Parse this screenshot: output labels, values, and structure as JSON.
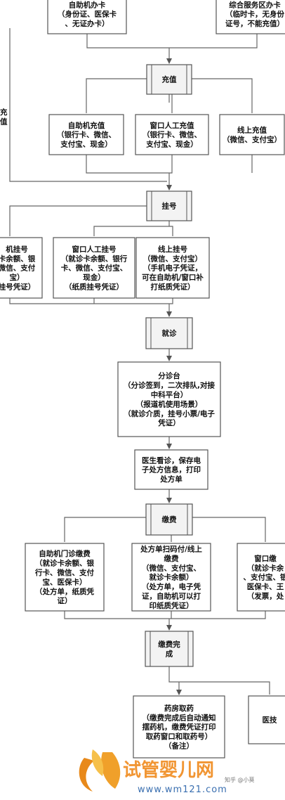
{
  "diagram": {
    "nodes": [
      {
        "id": "self_card",
        "lines": [
          "自助机办卡",
          "（身份证、医保卡",
          "、无证办卡）"
        ]
      },
      {
        "id": "service_card",
        "lines": [
          "综合服务区办卡",
          "（临时卡，无身份",
          "证号，不能充值）"
        ]
      },
      {
        "id": "recharge",
        "lines": [
          "充值"
        ]
      },
      {
        "id": "self_recharge",
        "lines": [
          "自助机充值",
          "（银行卡、微信、",
          "支付宝、现金）"
        ]
      },
      {
        "id": "window_recharge",
        "lines": [
          "窗口人工充值",
          "（银行卡、微信、",
          "支付宝、现金）"
        ]
      },
      {
        "id": "online_recharge",
        "lines": [
          "线上充值",
          "（微信、支付宝）"
        ]
      },
      {
        "id": "register",
        "lines": [
          "挂号"
        ]
      },
      {
        "id": "self_register",
        "lines": [
          "机挂号",
          "卡余额、银",
          "微信、支付",
          "宝）",
          "挂号凭证）"
        ]
      },
      {
        "id": "window_register",
        "lines": [
          "窗口人工挂号",
          "（就诊卡余额、银行",
          "卡、微信、支付宝、",
          "现金）",
          "（纸质挂号凭证）"
        ]
      },
      {
        "id": "online_register",
        "lines": [
          "线上挂号",
          "（微信、支付宝）",
          "（手机电子凭证，",
          "可在自助机/窗口补",
          "打纸质凭证）"
        ]
      },
      {
        "id": "visit",
        "lines": [
          "就诊"
        ]
      },
      {
        "id": "triage",
        "lines": [
          "分诊台",
          "（分诊签到，二次排队,对接",
          "中科平台）",
          "（报道机使用场景）",
          "（就诊介质，挂号小票/电子",
          "凭证）"
        ]
      },
      {
        "id": "doctor",
        "lines": [
          "医生看诊，保存电",
          "子处方信息，打印",
          "处方单"
        ]
      },
      {
        "id": "pay",
        "lines": [
          "缴费"
        ]
      },
      {
        "id": "self_pay",
        "lines": [
          "自助机门诊缴费",
          "（就诊卡余额、银",
          "行卡、微信、支付",
          "宝、医保卡）",
          "（处方单，纸质凭",
          "证）"
        ]
      },
      {
        "id": "scan_pay",
        "lines": [
          "处方单扫码付/线上",
          "缴费",
          "（微信、支付宝、",
          "就诊卡余额）",
          "（处方单，电子凭",
          "证，自助机可以打",
          "印纸质凭证）"
        ]
      },
      {
        "id": "window_pay",
        "lines": [
          "窗口缴",
          "（就诊卡余",
          "、支付宝、银",
          "医保卡、王",
          "（发票，处"
        ]
      },
      {
        "id": "pay_done",
        "lines": [
          "缴费完",
          "成"
        ]
      },
      {
        "id": "pharmacy",
        "lines": [
          "药房取药",
          "（缴费完成后自动通知",
          "摆药机，缴费凭证打印",
          "取药窗口和取药号）",
          "（备注）"
        ]
      },
      {
        "id": "medtech",
        "lines": [
          "医技"
        ]
      },
      {
        "id": "side_label",
        "lines": [
          "充",
          "值"
        ]
      }
    ],
    "watermark": {
      "logo_text": "试管婴儿网",
      "url": "www.wm121.com",
      "small_text": "知乎 @小莫"
    }
  }
}
